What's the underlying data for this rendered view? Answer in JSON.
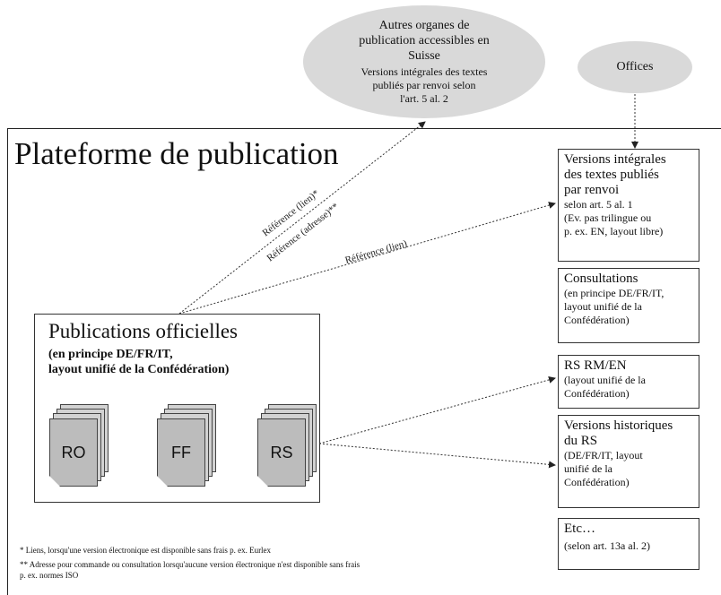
{
  "diagram": {
    "platform_title": "Plateforme de publication",
    "other_orgs": {
      "title_lines": [
        "Autres organes de",
        "publication accessibles en",
        "Suisse"
      ],
      "detail_lines": [
        "Versions intégrales des textes",
        "publiés par renvoi selon",
        "l'art. 5 al. 2"
      ]
    },
    "offices": "Offices",
    "publications": {
      "title": "Publications officielles",
      "subtitle_lines": [
        "(en principe DE/FR/IT,",
        "layout unifié de la Confédération)"
      ],
      "docs": [
        "RO",
        "FF",
        "RS"
      ]
    },
    "right_boxes": [
      {
        "title_lines": [
          "Versions intégrales",
          "des textes publiés",
          "par renvoi"
        ],
        "detail_lines": [
          "selon art. 5 al. 1",
          "(Ev. pas trilingue ou",
          "p. ex. EN, layout libre)"
        ]
      },
      {
        "title_lines": [
          "Consultations"
        ],
        "detail_lines": [
          "(en principe DE/FR/IT,",
          "layout unifié de la",
          "Confédération)"
        ]
      },
      {
        "title_lines": [
          "RS RM/EN"
        ],
        "detail_lines": [
          "(layout unifié de la",
          "Confédération)"
        ]
      },
      {
        "title_lines": [
          "Versions historiques",
          "du RS"
        ],
        "detail_lines": [
          "(DE/FR/IT, layout",
          "unifié de la",
          "Confédération)"
        ]
      },
      {
        "title_lines": [
          "Etc…"
        ],
        "detail_lines": [
          "(selon art. 13a al. 2)"
        ]
      }
    ],
    "arrow_labels": {
      "ref_lien_star": "Référence (lien)*",
      "ref_adresse": "Référence (adresse)**",
      "ref_lien": "Référence (lien)"
    },
    "footnotes": [
      "* Liens, lorsqu'une version électronique est disponible sans frais p. ex. Eurlex",
      "** Adresse pour commande ou consultation lorsqu'aucune version électronique n'est disponible sans frais",
      "p. ex. normes ISO"
    ]
  }
}
